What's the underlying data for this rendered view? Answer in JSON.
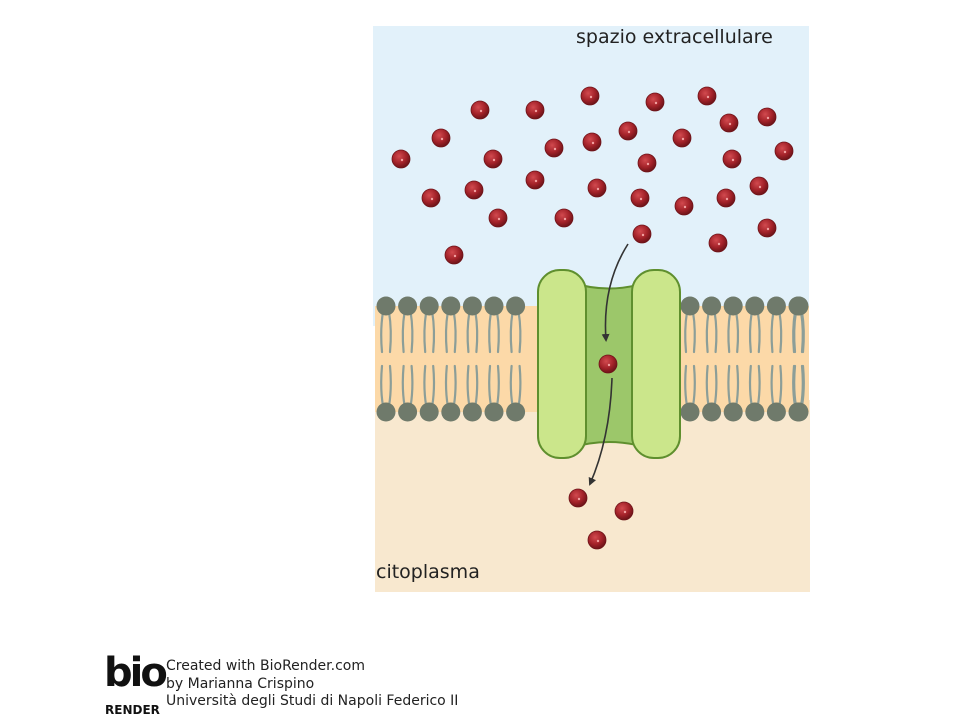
{
  "labels": {
    "extracellular": "spazio extracellulare",
    "cytoplasm": "citoplasma"
  },
  "credit": {
    "logo_main": "bio",
    "logo_sub": "RENDER",
    "line1": "Created with BioRender.com",
    "line2": "by Marianna Crispino",
    "line3": "Università degli Studi di Napoli Federico II"
  },
  "colors": {
    "extracellular": "#e2f1fa",
    "cytoplasm": "#f8e8cf",
    "membrane_core": "#fcd9a8",
    "lipid_head": "#6f7a6b",
    "lipid_tail": "#8c9e98",
    "channel_outer": "#cbe68b",
    "channel_inner": "#9cc76a",
    "channel_stroke": "#5f8f2e",
    "particle": "#a32229",
    "arrow": "#333333"
  },
  "icons": {
    "channel": "channel-protein-icon",
    "particle": "molecule-icon",
    "arrow": "curved-arrow-icon"
  }
}
